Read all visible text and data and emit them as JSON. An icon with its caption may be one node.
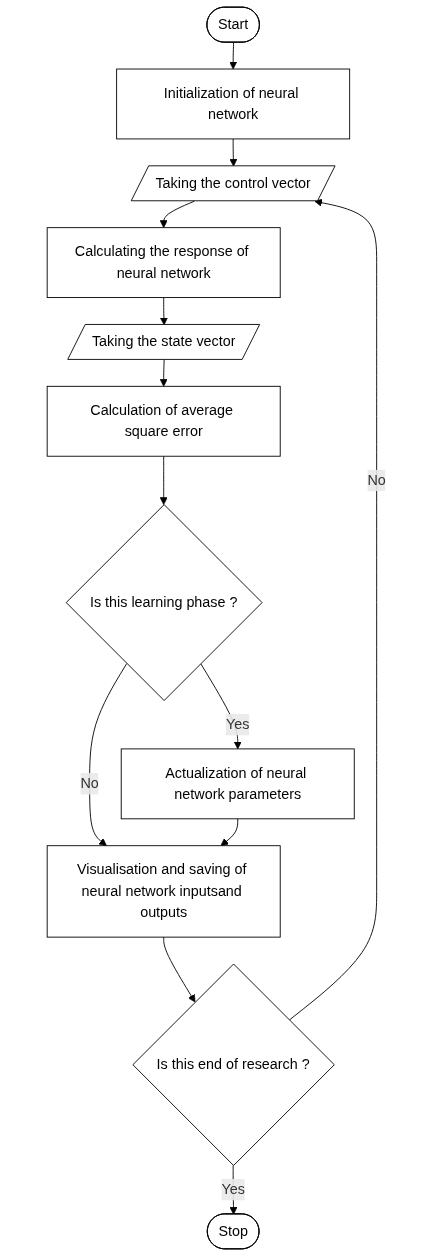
{
  "diagram": {
    "nodes": [
      {
        "text": [
          "Start"
        ]
      },
      {
        "text": [
          "Initialization of neural network"
        ]
      },
      {
        "text": [
          "Taking the control vector"
        ]
      },
      {
        "text": [
          "Calculating the response of neural network"
        ]
      },
      {
        "text": [
          "Taking the state vector"
        ]
      },
      {
        "text": [
          "Calculation of average square error"
        ]
      },
      {
        "text": [
          "Is this learning phase ?"
        ]
      },
      {
        "text": [
          "Actualization of neural network parameters"
        ]
      },
      {
        "text": [
          "Visualisation and saving of neural network inputsand outputs"
        ]
      },
      {
        "text": [
          "Is this end of research ?"
        ]
      },
      {
        "text": [
          "Stop"
        ]
      }
    ],
    "edges": [
      {
        "from": 0,
        "to": 1,
        "arrow": "to"
      },
      {
        "from": 1,
        "to": 2,
        "arrow": "to"
      },
      {
        "from": 2,
        "to": 3,
        "arrow": "to"
      },
      {
        "from": 3,
        "to": 4,
        "arrow": "to"
      },
      {
        "from": 4,
        "to": 5,
        "arrow": "to"
      },
      {
        "from": 5,
        "to": 6,
        "arrow": "to"
      },
      {
        "from": 6,
        "to": 7,
        "label": "Yes",
        "arrow": "to"
      },
      {
        "from": 6,
        "to": 8,
        "label": "No",
        "arrow": "to"
      },
      {
        "from": 7,
        "to": 8,
        "arrow": "to"
      },
      {
        "from": 8,
        "to": 9,
        "arrow": "to"
      },
      {
        "from": 9,
        "to": 10,
        "label": "Yes",
        "arrow": "to"
      },
      {
        "from": 9,
        "to": 2,
        "label": "No",
        "arrow": "to"
      }
    ]
  }
}
